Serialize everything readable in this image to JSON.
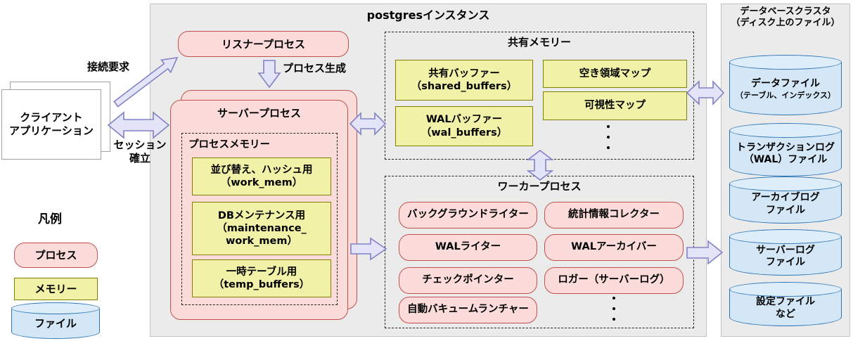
{
  "colors": {
    "container_fill": "#ebebeb",
    "container_border": "#c3c3c3",
    "process_fill": "#fbdcda",
    "process_border": "#c0504d",
    "memory_fill": "#f1f1a7",
    "memory_border": "#7f7f00",
    "file_fill": "#d3e7f7",
    "file_top_fill": "#ddedfa",
    "file_border": "#2e75b6",
    "arrow_fill": "#e4e4f8",
    "arrow_border": "#8181c7"
  },
  "instance": {
    "title": "postgresインスタンス"
  },
  "client": {
    "label": "クライアント\nアプリケーション"
  },
  "flow_labels": {
    "connect_request": "接続要求",
    "session": "セッション\n確立",
    "spawn": "プロセス生成"
  },
  "listener": {
    "label": "リスナープロセス"
  },
  "server": {
    "title": "サーバープロセス",
    "memory": {
      "title": "プロセスメモリー",
      "items": [
        {
          "label": "並び替え、ハッシュ用\n（work_mem）"
        },
        {
          "label": "DBメンテナンス用\n（maintenance_\nwork_mem）"
        },
        {
          "label": "一時テーブル用\n（temp_buffers）"
        }
      ]
    }
  },
  "shared_memory": {
    "title": "共有メモリー",
    "left": [
      {
        "label": "共有バッファー\n（shared_buffers）"
      },
      {
        "label": "WALバッファー\n（wal_buffers）"
      }
    ],
    "right": [
      {
        "label": "空き領域マップ"
      },
      {
        "label": "可視性マップ"
      }
    ]
  },
  "workers": {
    "title": "ワーカープロセス",
    "left": [
      {
        "label": "バックグラウンドライター"
      },
      {
        "label": "WALライター"
      },
      {
        "label": "チェックポインター"
      },
      {
        "label": "自動バキュームランチャー"
      }
    ],
    "right": [
      {
        "label": "統計情報コレクター"
      },
      {
        "label": "WALアーカイバー"
      },
      {
        "label": "ロガー（サーバーログ）"
      }
    ]
  },
  "cluster": {
    "title": "データベースクラスタ\n（ディスク上のファイル）",
    "files": [
      {
        "name": "データファイル",
        "sub": "（テーブル、インデックス）"
      },
      {
        "name": "トランザクションログ\n（WAL）ファイル"
      },
      {
        "name": "アーカイブログ\nファイル"
      },
      {
        "name": "サーバーログ\nファイル"
      },
      {
        "name": "設定ファイル\nなど"
      }
    ]
  },
  "legend": {
    "title": "凡例",
    "items": [
      {
        "label": "プロセス"
      },
      {
        "label": "メモリー"
      },
      {
        "label": "ファイル"
      }
    ]
  }
}
